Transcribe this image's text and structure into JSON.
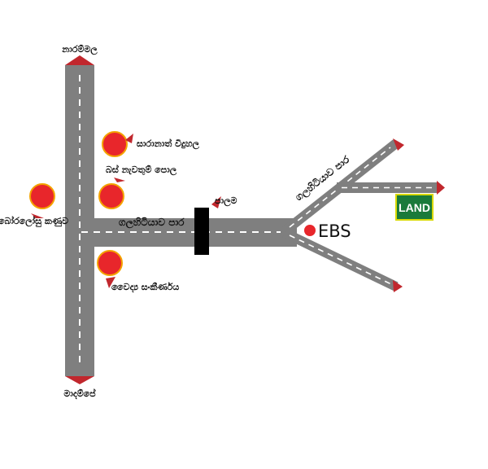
{
  "labels": {
    "north_end": "නාරම්මල",
    "south_end": "මාදම්පේ",
    "temple": "සාරානාත් විදුහල",
    "bus_depot": "බස් නැවතුම් පොල",
    "boralossu_junction": "බෝරලෝසු කණුව",
    "medical_complex": "වෛද්‍ය සංකීර්ණය",
    "bridge": "පාලම",
    "road_main": "ගලහිටියාව පාර",
    "road_branch": "ගලහිටියාව පාර",
    "ebs": "EBS",
    "land_sign": "LAND"
  },
  "colors": {
    "road": "#7f7f7f",
    "dash": "#ffffff",
    "arrow": "#c1272d",
    "marker_fill": "#e8262b",
    "marker_ring": "#f4a300",
    "bridge": "#000000",
    "land_bg": "#1a7a3a",
    "land_border": "#d9d900"
  }
}
